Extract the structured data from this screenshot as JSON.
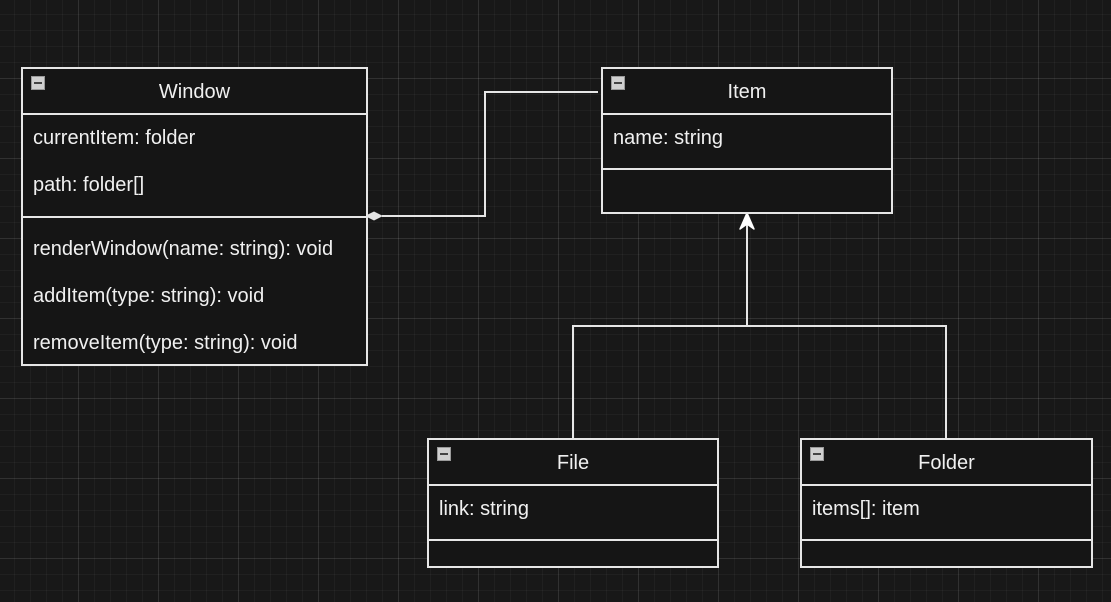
{
  "diagram": {
    "classes": [
      {
        "name": "Window",
        "attributes": [
          "currentItem: folder",
          "path: folder[]"
        ],
        "methods": [
          "renderWindow(name: string): void",
          "addItem(type: string): void",
          "removeItem(type: string): void"
        ]
      },
      {
        "name": "Item",
        "attributes": [
          "name: string"
        ],
        "methods": []
      },
      {
        "name": "File",
        "attributes": [
          "link: string"
        ],
        "methods": []
      },
      {
        "name": "Folder",
        "attributes": [
          "items[]: item"
        ],
        "methods": []
      }
    ],
    "relationships": [
      {
        "type": "composition",
        "from": "Item",
        "to": "Window"
      },
      {
        "type": "generalization",
        "from": "File",
        "to": "Item"
      },
      {
        "type": "generalization",
        "from": "Folder",
        "to": "Item"
      }
    ],
    "icons": {
      "collapse": "collapse-icon"
    }
  }
}
